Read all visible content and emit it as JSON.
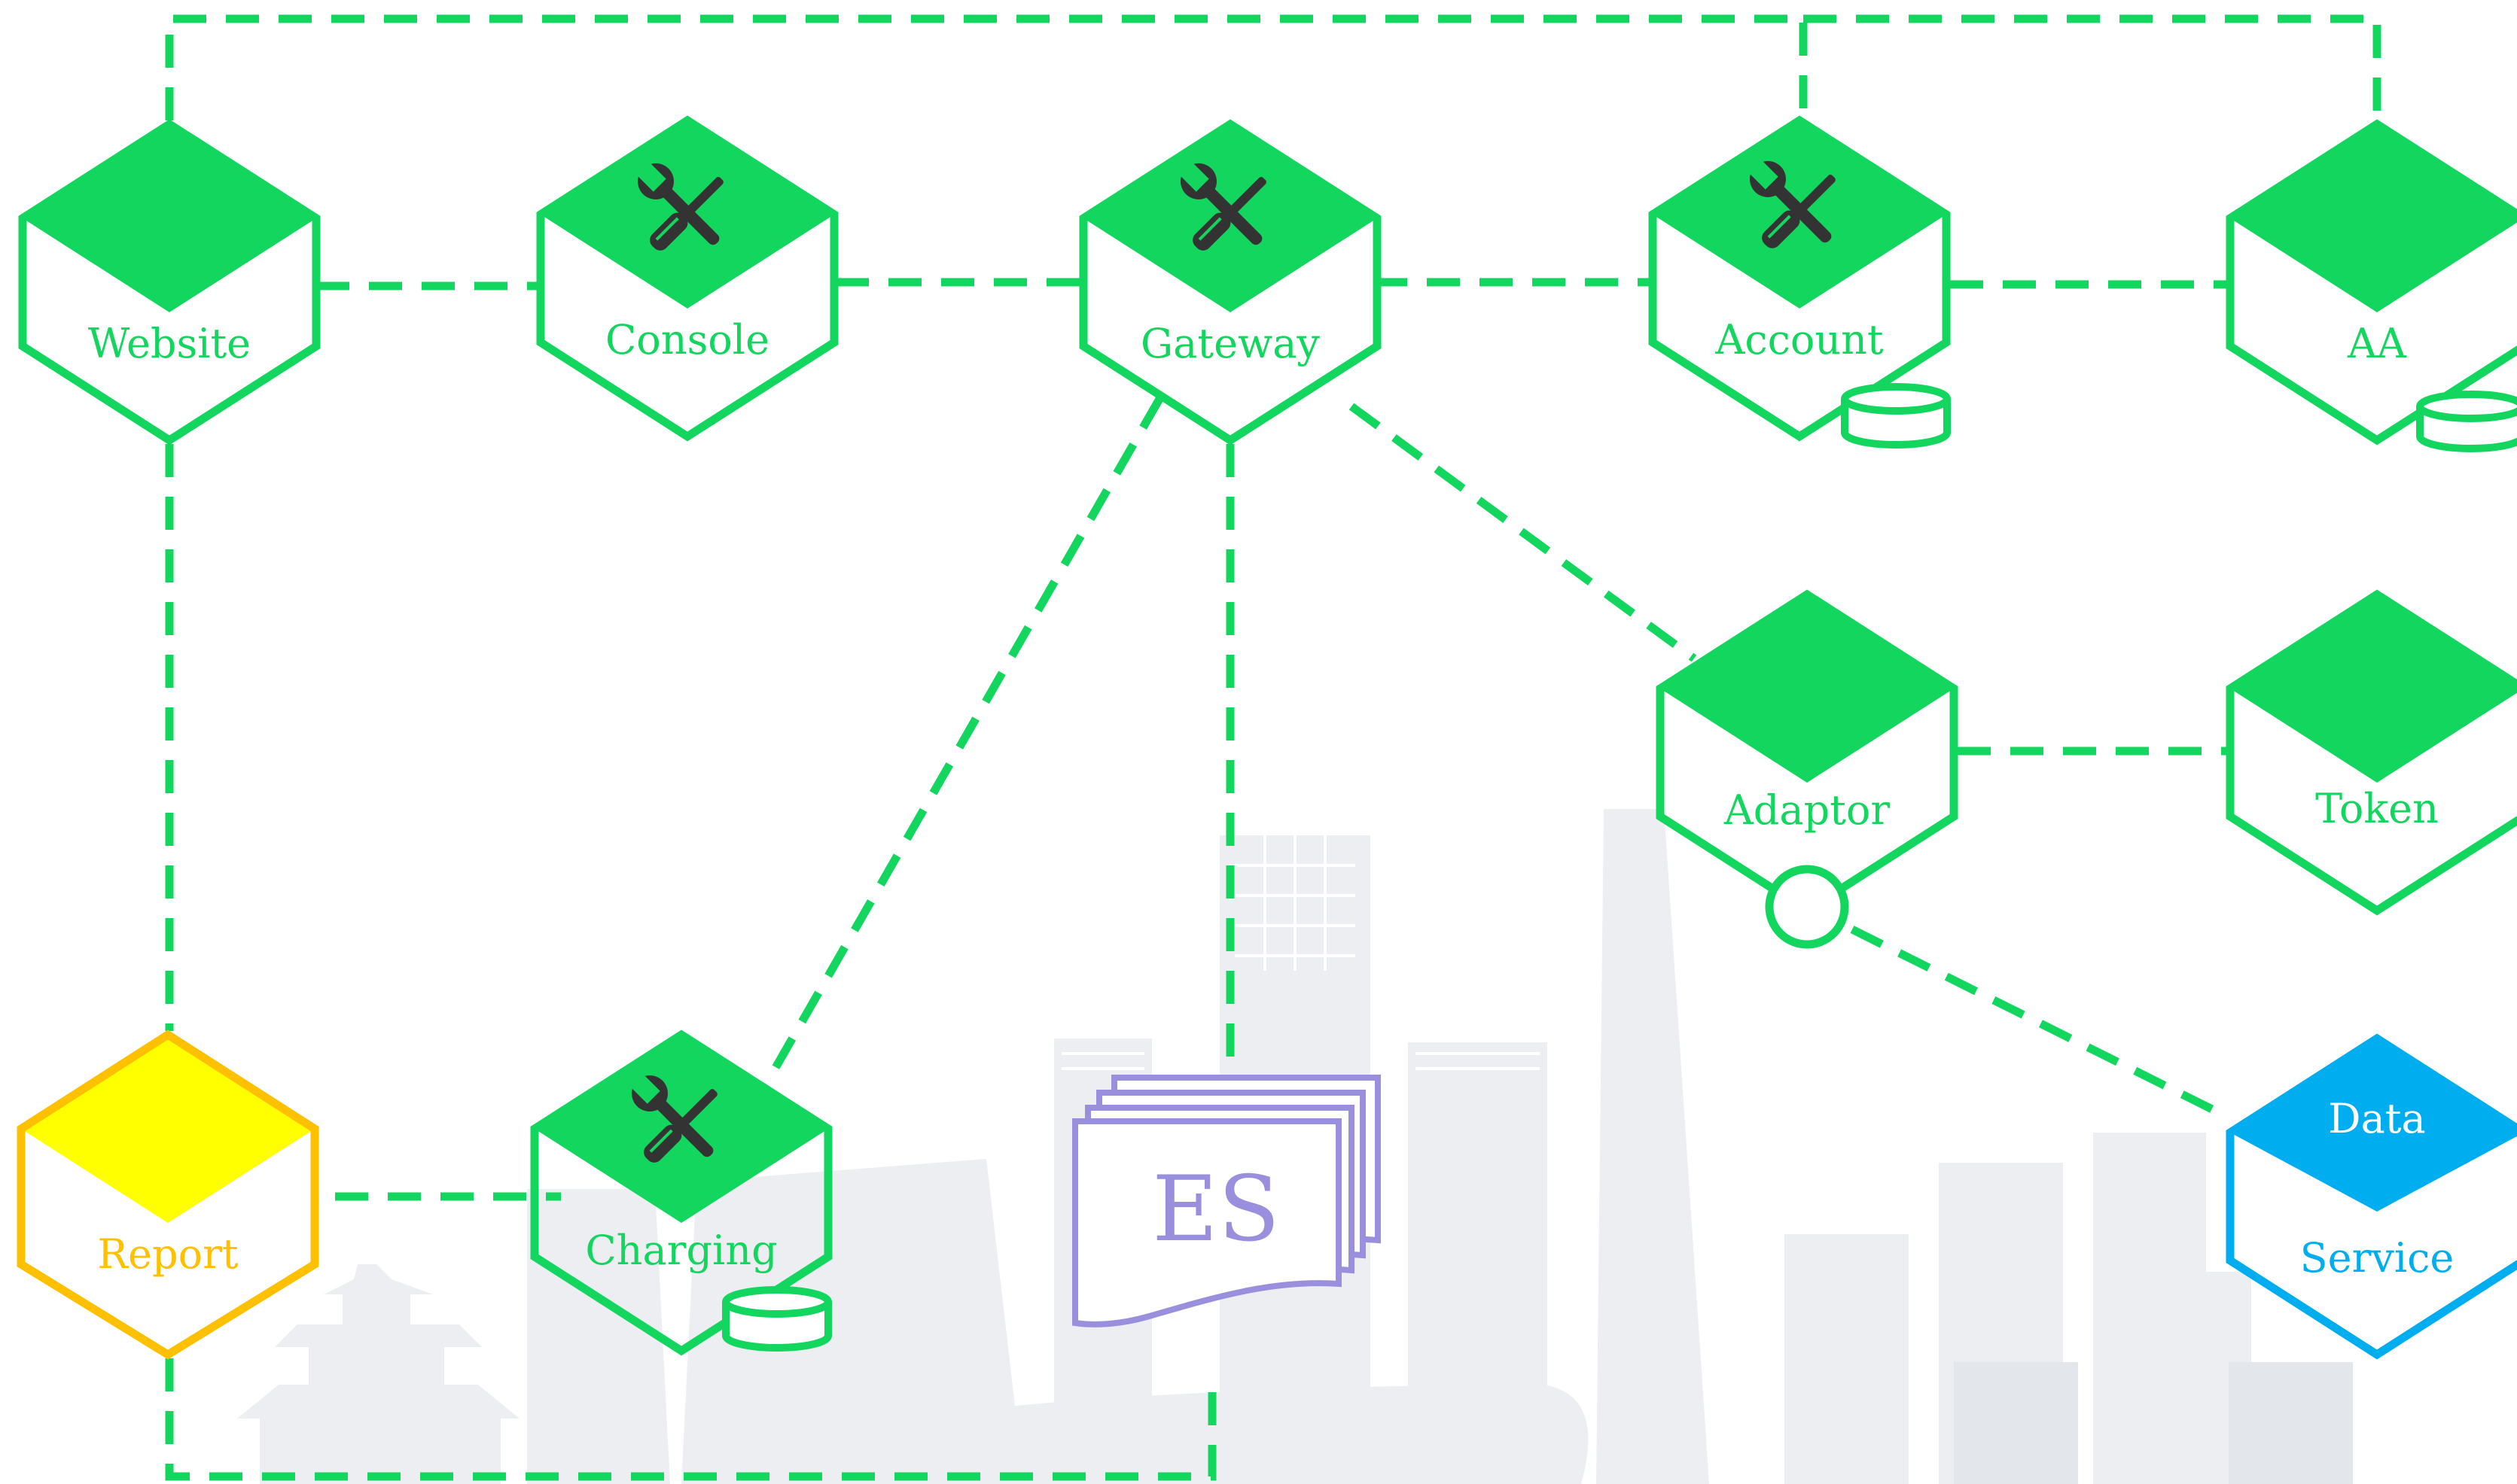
{
  "colors": {
    "green": "#13d65e",
    "yellow": "#ffff00",
    "orange": "#ffc000",
    "blue": "#00adef",
    "purple": "#9a8fdd",
    "skyline": "#eceef2",
    "icon": "#333333"
  },
  "nodes": {
    "website": {
      "label": "Website",
      "icon": "none"
    },
    "console": {
      "label": "Console",
      "icon": "tools-icon"
    },
    "gateway": {
      "label": "Gateway",
      "icon": "tools-icon"
    },
    "account": {
      "label": "Account",
      "icon": "tools-icon",
      "db": true
    },
    "aa": {
      "label": "AA",
      "icon": "none",
      "db": true
    },
    "adaptor": {
      "label": "Adaptor",
      "icon": "none",
      "port": true
    },
    "token": {
      "label": "Token",
      "icon": "none"
    },
    "report": {
      "label": "Report",
      "icon": "none"
    },
    "charging": {
      "label": "Charging",
      "icon": "tools-icon",
      "db": true
    },
    "data_service": {
      "label_top": "Data",
      "label_bottom": "Service",
      "icon": "none"
    }
  },
  "es": {
    "label": "ES"
  }
}
